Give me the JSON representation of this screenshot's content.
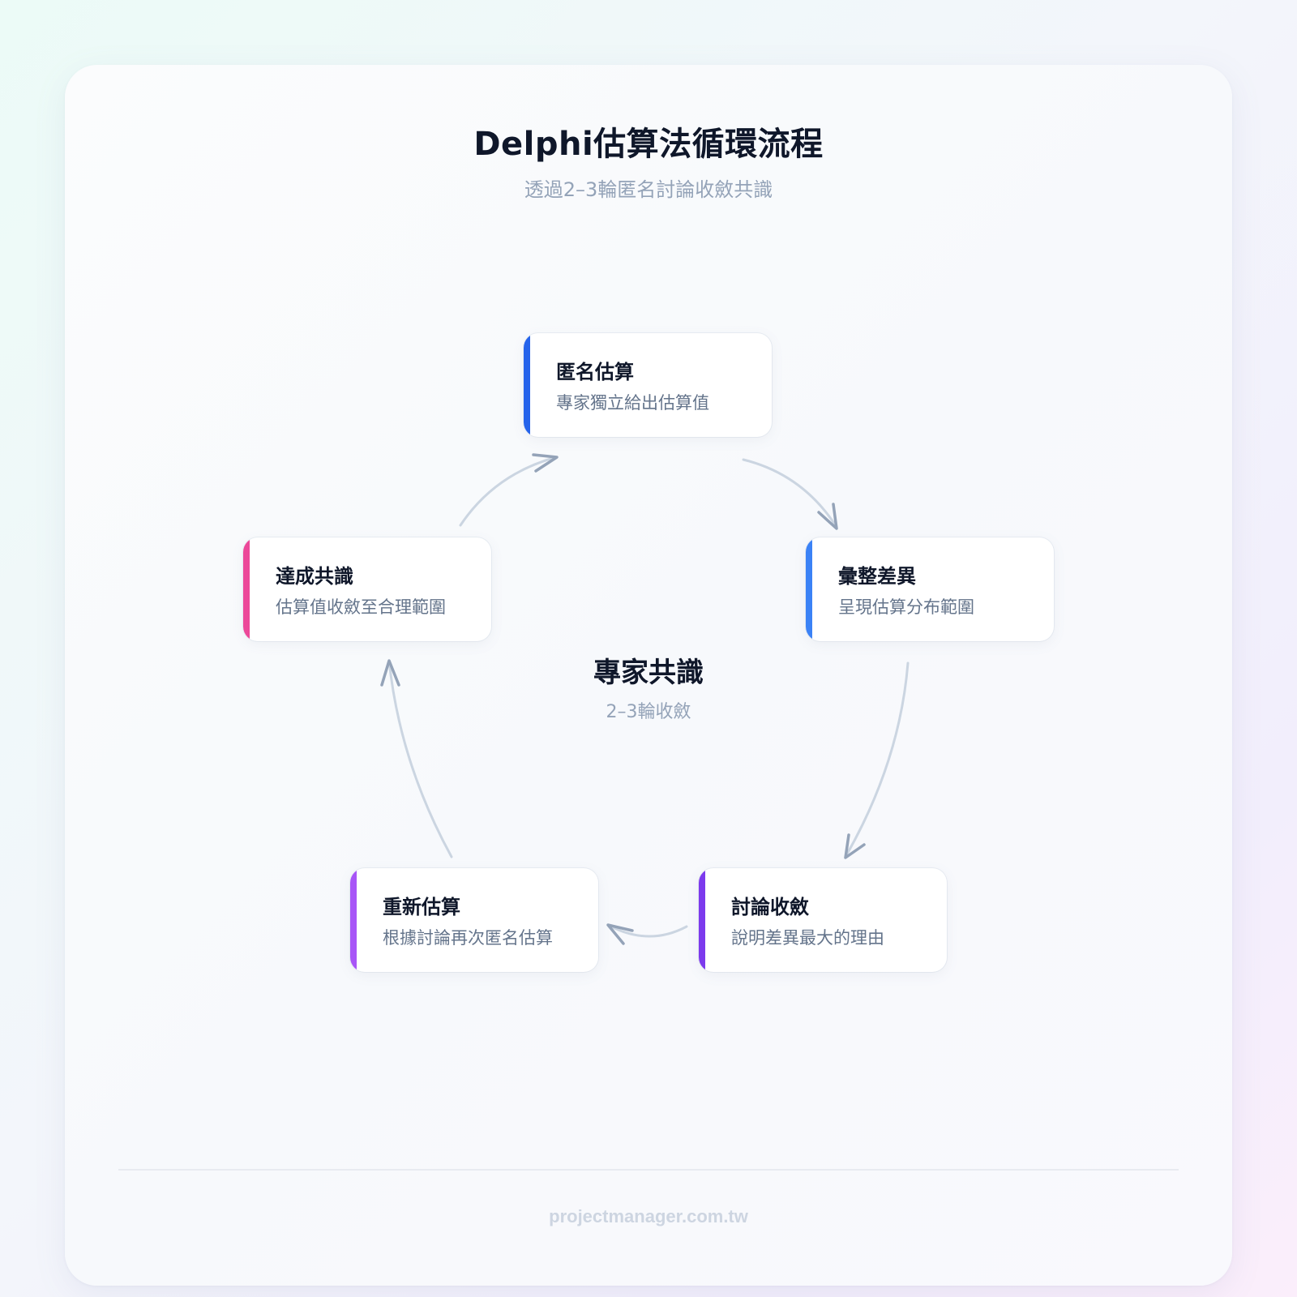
{
  "header": {
    "title": "Delphi估算法循環流程",
    "subtitle": "透過2–3輪匿名討論收斂共識"
  },
  "center": {
    "title": "專家共識",
    "subtitle": "2–3輪收斂"
  },
  "steps": [
    {
      "title": "匿名估算",
      "description": "專家獨立給出估算值",
      "accent_color": "#2563eb"
    },
    {
      "title": "彙整差異",
      "description": "呈現估算分布範圍",
      "accent_color": "#3b82f6"
    },
    {
      "title": "討論收斂",
      "description": "說明差異最大的理由",
      "accent_color": "#7c3aed"
    },
    {
      "title": "重新估算",
      "description": "根據討論再次匿名估算",
      "accent_color": "#a855f7"
    },
    {
      "title": "達成共識",
      "description": "估算值收斂至合理範圍",
      "accent_color": "#ec4899"
    }
  ],
  "arrows": {
    "stroke_color": "#cbd5e1",
    "head_color": "#94a3b8"
  },
  "footer": {
    "site": "projectmanager.com.tw"
  }
}
